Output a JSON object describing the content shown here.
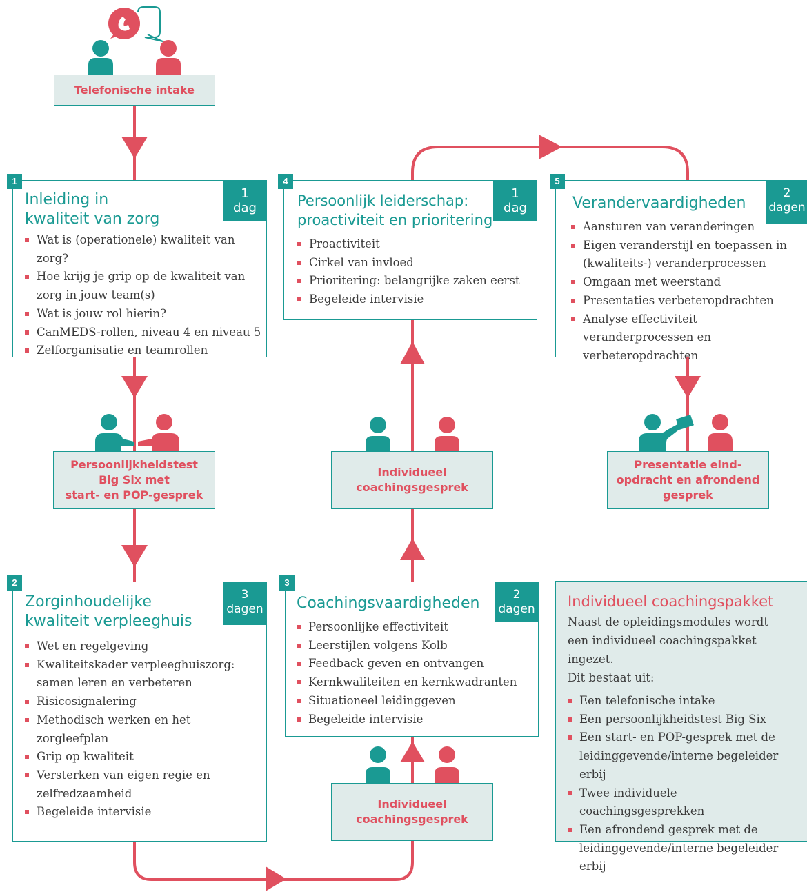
{
  "colors": {
    "teal": "#1a9a93",
    "red": "#e0505f",
    "panel": "#e0ebea"
  },
  "intake": {
    "label": "Telefonische intake",
    "icon": "phone-speech-bubble-icon"
  },
  "modules": [
    {
      "number": "1",
      "duration": "1\ndag",
      "title": "Inleiding in\nkwaliteit van zorg",
      "items": [
        "Wat is (operationele) kwaliteit van zorg?",
        "Hoe krijg je grip op de kwaliteit van zorg in jouw team(s)",
        "Wat is jouw rol hierin?",
        "CanMEDS-rollen, niveau 4 en niveau 5",
        "Zelforganisatie en teamrollen"
      ]
    },
    {
      "number": "2",
      "duration": "3\ndagen",
      "title": "Zorginhoudelijke\nkwaliteit verpleeghuis",
      "items": [
        "Wet en regelgeving",
        "Kwaliteitskader verpleeghuiszorg: samen leren en verbeteren",
        "Risicosignalering",
        "Methodisch werken en het zorgleefplan",
        "Grip op kwaliteit",
        "Versterken van eigen regie en zelfredzaamheid",
        "Begeleide intervisie"
      ]
    },
    {
      "number": "3",
      "duration": "2\ndagen",
      "title": "Coachingsvaardigheden",
      "items": [
        "Persoonlijke effectiviteit",
        "Leerstijlen volgens Kolb",
        "Feedback geven en ontvangen",
        "Kernkwaliteiten en kernkwadranten",
        "Situationeel leidinggeven",
        "Begeleide intervisie"
      ]
    },
    {
      "number": "4",
      "duration": "1\ndag",
      "title": "Persoonlijk leiderschap:\nproactiviteit en prioritering",
      "items": [
        "Proactiviteit",
        "Cirkel van invloed",
        "Prioritering: belangrijke zaken eerst",
        "Begeleide intervisie"
      ]
    },
    {
      "number": "5",
      "duration": "2\ndagen",
      "title": "Verandervaardigheden",
      "items": [
        "Aansturen van veranderingen",
        "Eigen veranderstijl en toepassen in (kwaliteits-) veranderprocessen",
        "Omgaan met weerstand",
        "Presentaties verbeteropdrachten",
        "Analyse effectiviteit veranderprocessen en verbeteropdrachten"
      ]
    }
  ],
  "meetings": {
    "big_six": "Persoonlijkheidstest\nBig Six met\nstart- en POP-gesprek",
    "coaching_1": "Individueel\ncoachingsgesprek",
    "coaching_2": "Individueel\ncoachingsgesprek",
    "final": "Presentatie eind-\nopdracht en afrondend\ngesprek"
  },
  "package": {
    "title": "Individueel coachingspakket",
    "intro": "Naast de opleidingsmodules wordt een individueel coachingspakket ingezet.",
    "lead": "Dit bestaat uit:",
    "items": [
      "Een telefonische intake",
      "Een persoonlijkheidstest Big Six",
      "Een start- en POP-gesprek met de leidinggevende/interne begeleider erbij",
      "Twee individuele coachingsgesprekken",
      "Een afrondend gesprek met de leidinggevende/interne begeleider erbij"
    ]
  }
}
